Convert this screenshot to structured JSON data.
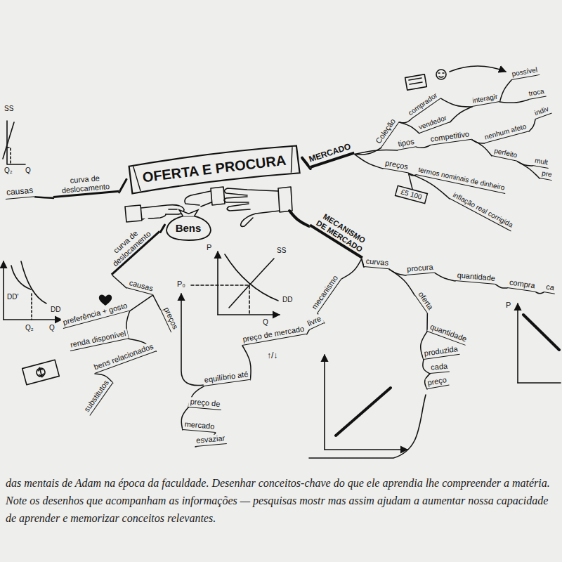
{
  "diagram": {
    "caption": "das mentais de Adam na época da faculdade. Desenhar conceitos-chave do que ele aprendia lhe compreender a matéria. Note os desenhos que acompanham as informações — pesquisas mostr mas assim ajudam a aumentar nossa capacidade de aprender e memorizar conceitos relevantes.",
    "nodes": [
      {
        "text": [
          "OFERTA E PROCURA"
        ]
      },
      {
        "text": [
          "Bens"
        ]
      },
      {
        "text": [
          "£5 100"
        ]
      }
    ],
    "labels": [
      "SS",
      "Q₂",
      "Q",
      "causas",
      "curva de deslocamento",
      "MERCADO",
      "Coleção",
      "comprador",
      "vendedor",
      "interagir",
      "possível",
      "troca",
      "tipos",
      "competitivo",
      "nenhum afeto",
      "indiv",
      "perfeito",
      "mult",
      "pre",
      "preços",
      "termos nominais de dinheiro",
      "inflação real corrigida",
      "MECANISMO DE MERCADO",
      "curvas",
      "procura",
      "quantidade",
      "compra",
      "ca",
      "oferta",
      "quantidade",
      "produzida",
      "cada",
      "preço",
      "P",
      "P",
      "SS",
      "DD",
      "Q",
      "P₀",
      "mecanismo",
      "livre",
      "preço de mercado",
      "↑/↓",
      "equilíbrio até",
      "preço de",
      "mercado",
      "esvaziar",
      "curva de deslocamento",
      "causas",
      "preferência + gosto",
      "renda disponível",
      "preços",
      "bens relacionados",
      "substitutos",
      "DD",
      "DD'",
      "Q₂",
      "Q"
    ]
  }
}
